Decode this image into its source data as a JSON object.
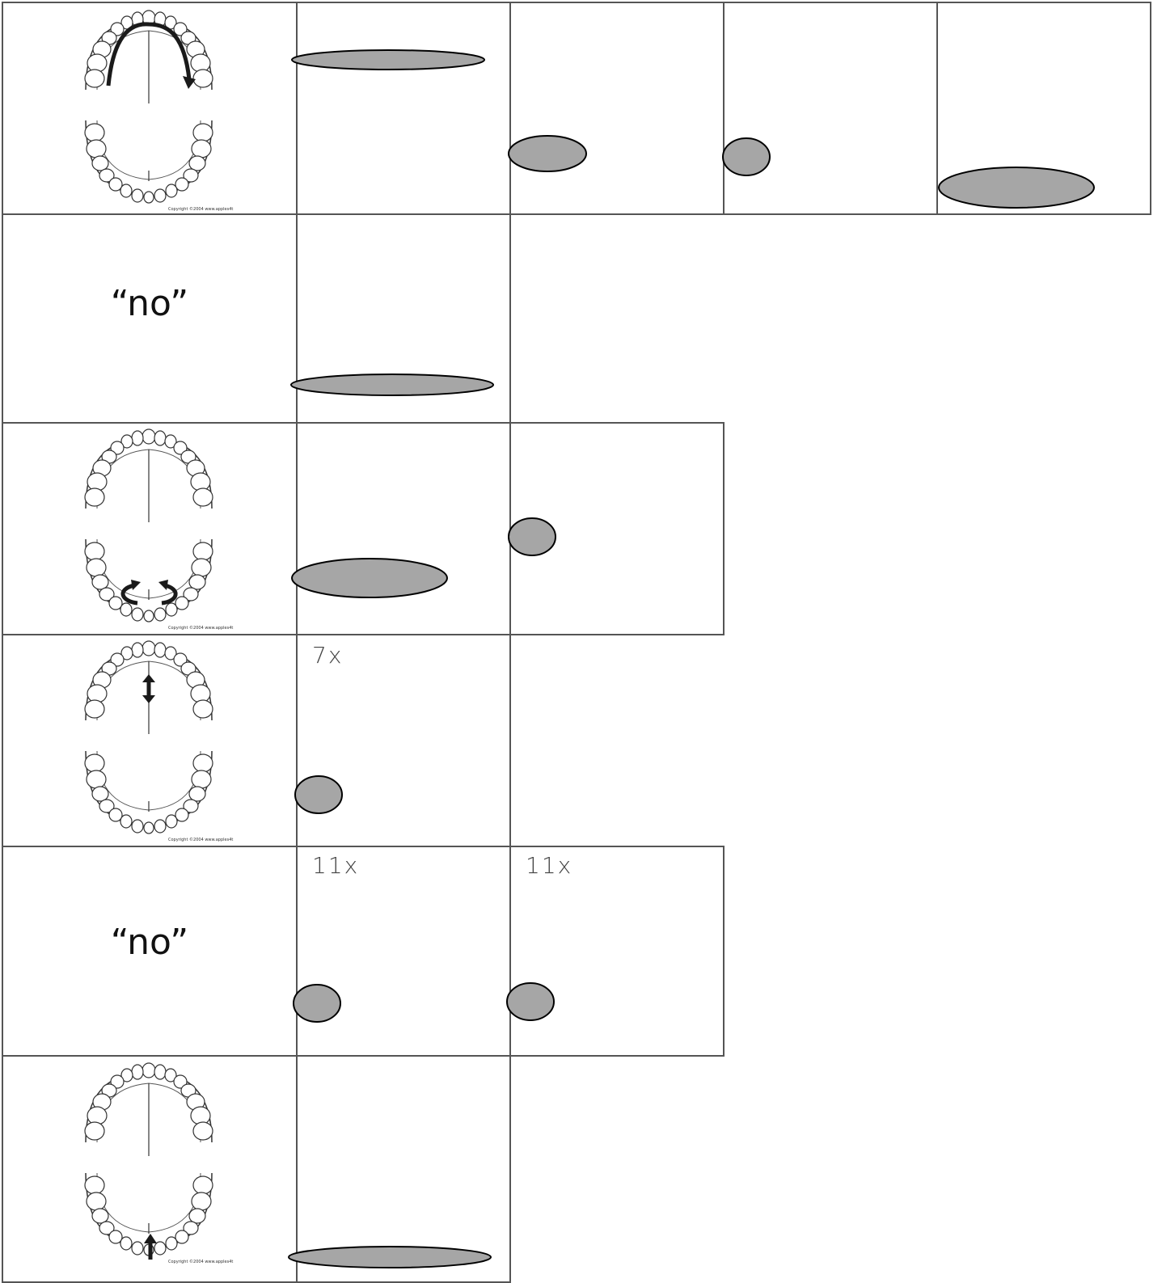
{
  "rows": [
    {
      "id": "row-1",
      "label": "",
      "mouth_arrow": "arc-over-upper-arch"
    },
    {
      "id": "row-2",
      "label": "“no”"
    },
    {
      "id": "row-3",
      "label": "",
      "mouth_arrow": "curl-at-lower-front"
    },
    {
      "id": "row-4",
      "label": "",
      "mouth_arrow": "up-down-on-palate",
      "counts": [
        "7x"
      ]
    },
    {
      "id": "row-5",
      "label": "“no”",
      "counts": [
        "11x",
        "11x"
      ]
    },
    {
      "id": "row-6",
      "label": "",
      "mouth_arrow": "up-at-lower-front"
    }
  ],
  "colors": {
    "oval_fill": "#a6a6a6",
    "border": "#555555",
    "arrow": "#1a1a1a"
  },
  "mouth_caption": "Copyright ©2004 www.apples4t"
}
